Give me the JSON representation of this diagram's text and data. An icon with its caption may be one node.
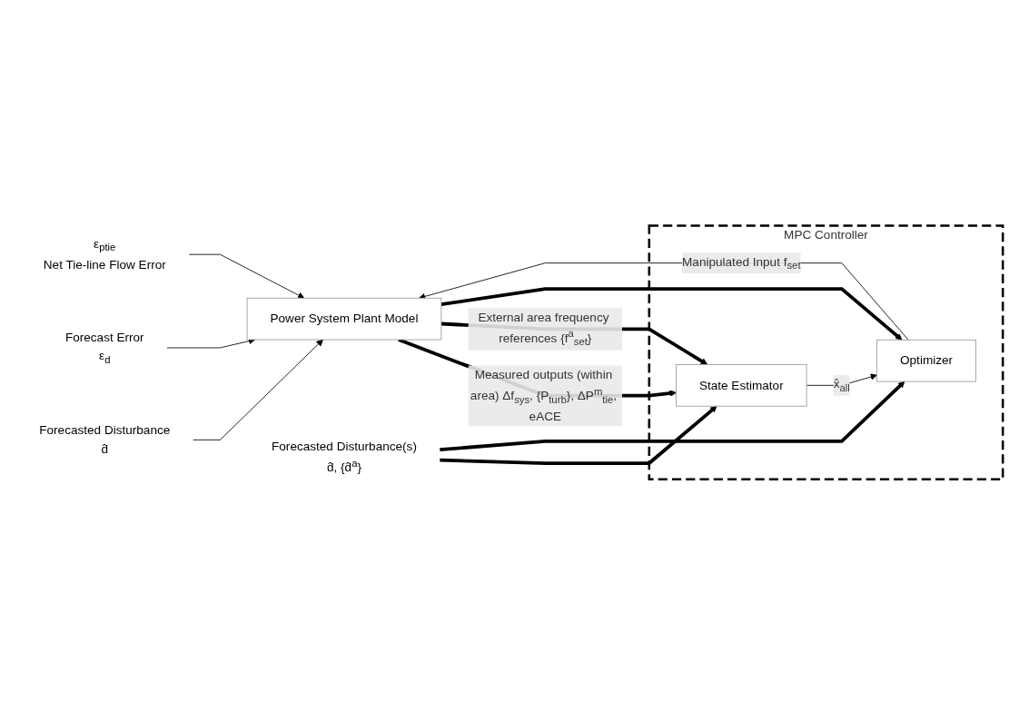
{
  "diagram": {
    "nodes": [
      {
        "text": [
          "Forecasted Disturbance",
          "d̂"
        ]
      },
      {
        "text": [
          "Forecast Error",
          "ε$_{d}$"
        ]
      },
      {
        "text": [
          "ε$_{ptie}$",
          "Net Tie-line Flow Error"
        ]
      },
      {
        "text": [
          "Power System Plant Model"
        ]
      },
      {
        "text": [
          "MPC Controller"
        ]
      },
      {
        "text": [
          "State Estimator"
        ],
        "in": 4
      },
      {
        "text": [
          "Optimizer"
        ],
        "in": 4
      },
      {
        "text": [
          "Forecasted Disturbance(s)",
          "d̂, {d̂$^{a}$}"
        ]
      }
    ],
    "edges": [
      {
        "from": 0,
        "to": 3,
        "arrow": "to"
      },
      {
        "from": 1,
        "to": 3,
        "arrow": "to"
      },
      {
        "from": 2,
        "to": 3,
        "arrow": "to"
      },
      {
        "from": 6,
        "to": 3,
        "arrow": "to",
        "label": "Manipulated Input f$_{set}$"
      },
      {
        "from": 3,
        "to": 5,
        "arrow": "to",
        "style": "thick",
        "label": "Measured outputs (within area) Δf$_{sys}$, {P$_{turb}$}, ΔP$^{m}$$_{tie}$, eACE"
      },
      {
        "from": 3,
        "to": 5,
        "arrow": "to",
        "style": "thick",
        "label": "External area frequency references {f$^{a}$$_{set}$}"
      },
      {
        "from": 3,
        "to": 6,
        "arrow": "to",
        "style": "thick"
      },
      {
        "from": 7,
        "to": 5,
        "arrow": "to",
        "style": "thick"
      },
      {
        "from": 7,
        "to": 6,
        "arrow": "to",
        "style": "thick"
      },
      {
        "from": 5,
        "to": 6,
        "arrow": "to",
        "label": "x̂$_{all}$"
      }
    ]
  }
}
